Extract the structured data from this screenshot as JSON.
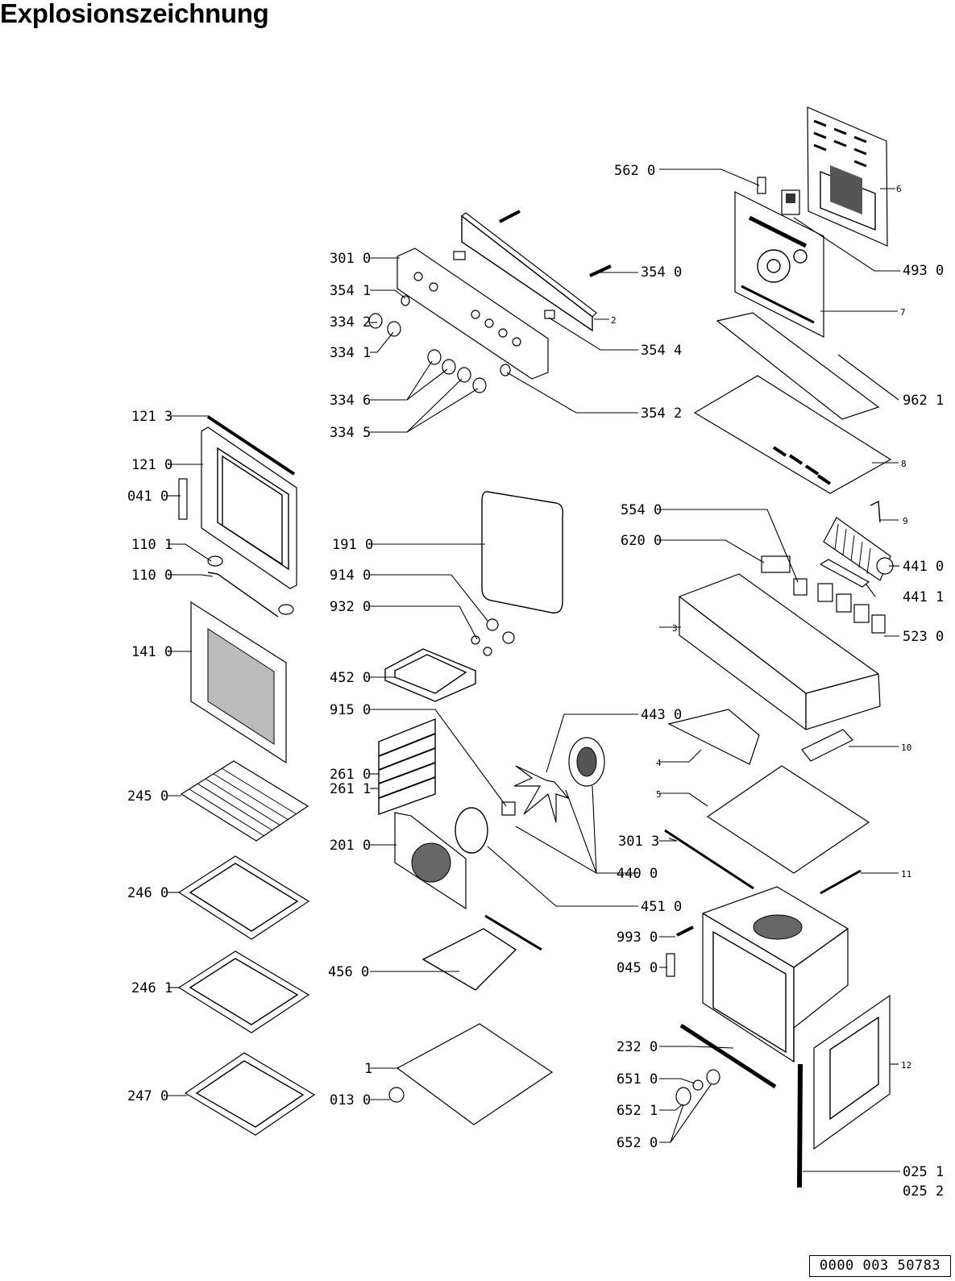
{
  "title": "Explosionszeichnung",
  "reference_number": "0000 003 50783",
  "labels": [
    {
      "id": "l5620",
      "text": "562 0"
    },
    {
      "id": "l4930",
      "text": "493 0"
    },
    {
      "id": "l6",
      "text": "6"
    },
    {
      "id": "l7",
      "text": "7"
    },
    {
      "id": "l3010",
      "text": "301 0"
    },
    {
      "id": "l3540",
      "text": "354 0"
    },
    {
      "id": "l3541",
      "text": "354 1"
    },
    {
      "id": "l2",
      "text": "2"
    },
    {
      "id": "l3342",
      "text": "334 2"
    },
    {
      "id": "l3341",
      "text": "334 1"
    },
    {
      "id": "l3544",
      "text": "354 4"
    },
    {
      "id": "l3346",
      "text": "334 6"
    },
    {
      "id": "l3345",
      "text": "334 5"
    },
    {
      "id": "l3542",
      "text": "354 2"
    },
    {
      "id": "l9621",
      "text": "962 1"
    },
    {
      "id": "l8",
      "text": "8"
    },
    {
      "id": "l1213",
      "text": "121 3"
    },
    {
      "id": "l1210",
      "text": "121 0"
    },
    {
      "id": "l0410",
      "text": "041 0"
    },
    {
      "id": "l1101",
      "text": "110 1"
    },
    {
      "id": "l1100",
      "text": "110 0"
    },
    {
      "id": "l1410",
      "text": "141 0"
    },
    {
      "id": "l1910",
      "text": "191 0"
    },
    {
      "id": "l9140",
      "text": "914 0"
    },
    {
      "id": "l9320",
      "text": "932 0"
    },
    {
      "id": "l4520",
      "text": "452 0"
    },
    {
      "id": "l9150",
      "text": "915 0"
    },
    {
      "id": "l5540",
      "text": "554 0"
    },
    {
      "id": "l9",
      "text": "9"
    },
    {
      "id": "l6200",
      "text": "620 0"
    },
    {
      "id": "l4410",
      "text": "441 0"
    },
    {
      "id": "l4411",
      "text": "441 1"
    },
    {
      "id": "l3",
      "text": "3"
    },
    {
      "id": "l5230",
      "text": "523 0"
    },
    {
      "id": "l4430",
      "text": "443 0"
    },
    {
      "id": "l4",
      "text": "4"
    },
    {
      "id": "l10",
      "text": "10"
    },
    {
      "id": "l2610",
      "text": "261 0"
    },
    {
      "id": "l2611",
      "text": "261 1"
    },
    {
      "id": "l2450",
      "text": "245 0"
    },
    {
      "id": "l5",
      "text": "5"
    },
    {
      "id": "l2010",
      "text": "201 0"
    },
    {
      "id": "l3013",
      "text": "301 3"
    },
    {
      "id": "l4400",
      "text": "440 0"
    },
    {
      "id": "l11",
      "text": "11"
    },
    {
      "id": "l2460",
      "text": "246 0"
    },
    {
      "id": "l4510",
      "text": "451 0"
    },
    {
      "id": "l9930",
      "text": "993 0"
    },
    {
      "id": "l0450",
      "text": "045 0"
    },
    {
      "id": "l4560",
      "text": "456 0"
    },
    {
      "id": "l2461",
      "text": "246 1"
    },
    {
      "id": "l2320",
      "text": "232 0"
    },
    {
      "id": "l12",
      "text": "12"
    },
    {
      "id": "l1",
      "text": "1"
    },
    {
      "id": "l6510",
      "text": "651 0"
    },
    {
      "id": "l6521",
      "text": "652 1"
    },
    {
      "id": "l2470",
      "text": "247 0"
    },
    {
      "id": "l0130",
      "text": "013 0"
    },
    {
      "id": "l6520",
      "text": "652 0"
    },
    {
      "id": "l0251",
      "text": "025 1"
    },
    {
      "id": "l0252",
      "text": "025 2"
    }
  ]
}
